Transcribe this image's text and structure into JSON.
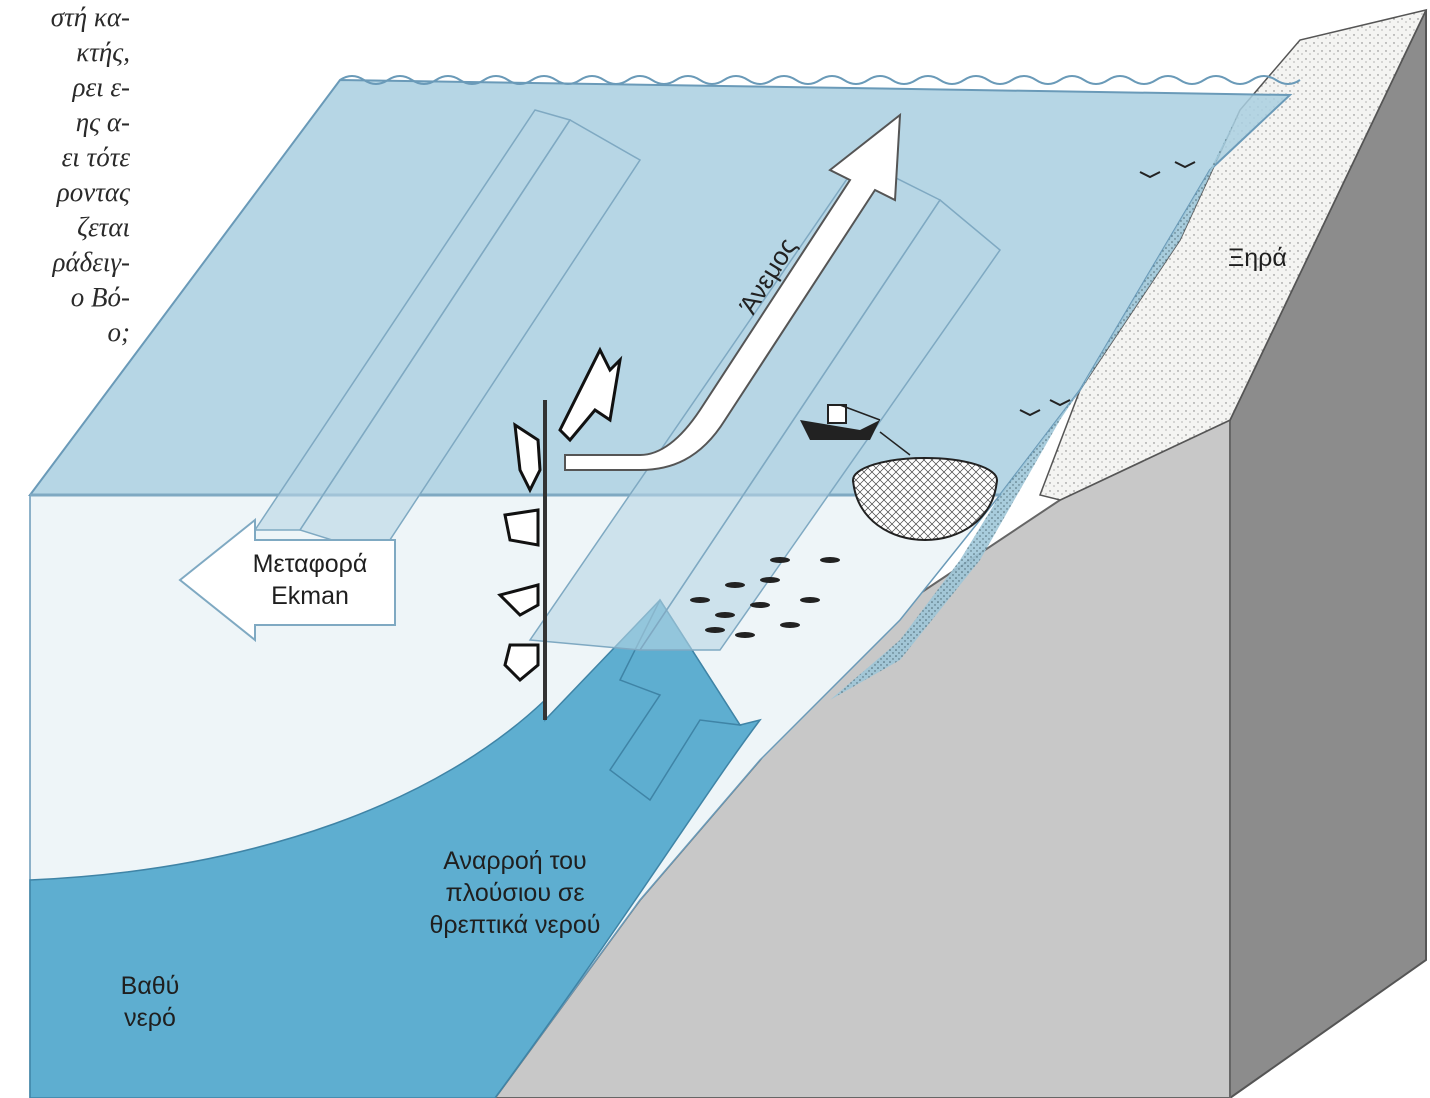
{
  "margin_text": [
    "στή κα-",
    "κτής,",
    "ρει ε-",
    "ης α-",
    "ει τότε",
    "ροντας",
    "ζεται",
    "ράδειγ-",
    "ο Βό-",
    "ο;"
  ],
  "labels": {
    "wind": "Άνεμος",
    "land": "Ξηρά",
    "ekman_line1": "Μεταφορά",
    "ekman_line2": "Ekman",
    "upwelling_line1": "Αναρροή του",
    "upwelling_line2": "πλούσιου σε",
    "upwelling_line3": "θρεπτικά νερού",
    "deep_line1": "Βαθύ",
    "deep_line2": "νερό"
  },
  "colors": {
    "surface_water": "#a9cfe0",
    "deep_water": "#5eaed0",
    "rock_face": "#9a9a9a",
    "rock_top": "#d9d9d9",
    "background_page": "#ffffff",
    "outline": "#6a9ab8"
  }
}
